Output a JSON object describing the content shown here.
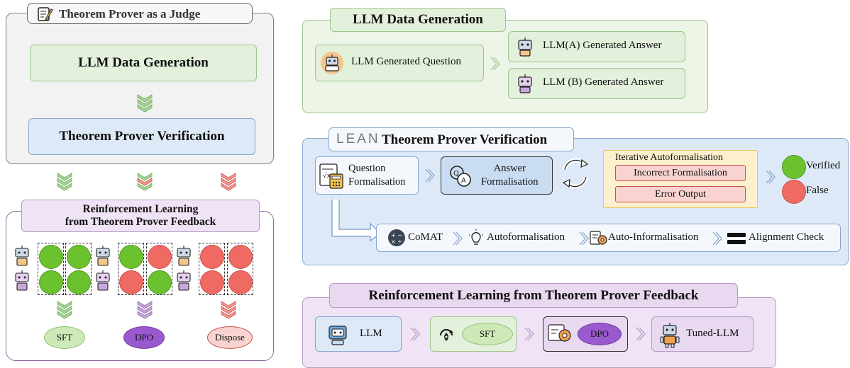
{
  "left": {
    "title": "Theorem Prover as a Judge",
    "data_gen": "LLM Data Generation",
    "verification": "Theorem Prover Verification",
    "rl_title": "Reinforcement Learning\nfrom Theorem Prover Feedback",
    "outcomes": [
      "SFT",
      "DPO",
      "Dispose"
    ]
  },
  "right": {
    "data_gen": {
      "title": "LLM Data Generation",
      "question": "LLM Generated Question",
      "answer_a": "LLM(A) Generated Answer",
      "answer_b": "LLM (B) Generated Answer"
    },
    "verification": {
      "logo": "LEAN",
      "title": "Theorem Prover Verification",
      "question_form": "Question\nFormalisation",
      "answer_form": "Answer\nFormalisation",
      "iterative_title": "Iterative Autoformalisation",
      "incorrect": "Incorrect Formalisation",
      "error": "Error Output",
      "verified": "Verified",
      "false": "False",
      "pipeline": [
        "CoMAT",
        "Autoformalisation",
        "Auto-Informalisation",
        "Alignment Check"
      ]
    },
    "rl": {
      "title": "Reinforcement Learning from Theorem Prover Feedback",
      "llm": "LLM",
      "sft": "SFT",
      "dpo": "DPO",
      "tuned": "Tuned-LLM"
    }
  },
  "colors": {
    "green_fill": "#e3f0db",
    "blue_fill": "#dde9f7",
    "purple_fill": "#efe3f5",
    "verified": "#6cc22e",
    "false": "#ee6a63",
    "dpo": "#9b59d0"
  },
  "icons": [
    "notepad-icon",
    "robot-icon",
    "calculator-icon",
    "search-qa-icon",
    "cycle-arrows-icon",
    "comat-icon",
    "lightbulb-icon",
    "gear-icon",
    "equals-icon",
    "rocket-icon",
    "chevron-icon",
    "down-chevron-icon"
  ]
}
